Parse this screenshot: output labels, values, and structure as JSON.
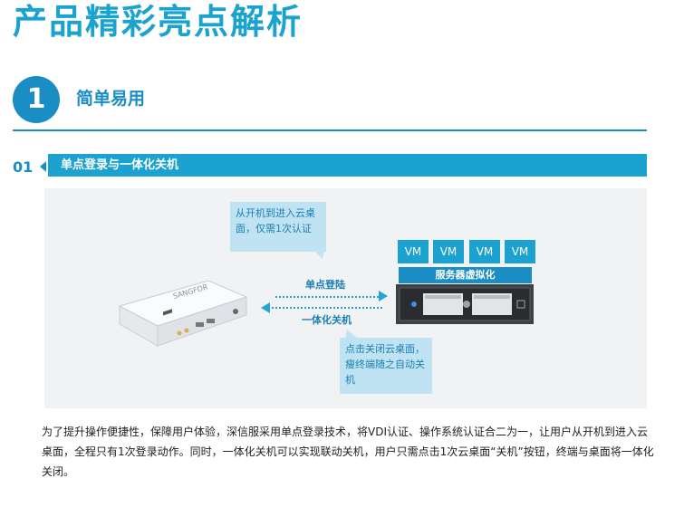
{
  "header": {
    "title": "产品精彩亮点解析"
  },
  "section": {
    "number": "1",
    "title": "简单易用"
  },
  "subsection": {
    "number": "01",
    "title": "单点登录与一体化关机"
  },
  "diagram": {
    "callout_top": "从开机到进入云桌面，仅需1次认证",
    "callout_bottom": "点击关闭云桌面，瘦终端随之自动关机",
    "vm_labels": [
      "VM",
      "VM",
      "VM",
      "VM"
    ],
    "server_label": "服务器虚拟化",
    "flow_login": "单点登陆",
    "flow_shutdown": "一体化关机",
    "device_brand": "SANGFOR"
  },
  "paragraph": "为了提升操作便捷性，保障用户体验，深信服采用单点登录技术，将VDI认证、操作系统认证合二为一，让用户从开机到进入云桌面，全程只有1次登录动作。同时，一体化关机可以实现联动关机，用户只需点击1次云桌面“关机”按钮，终端与桌面将一体化关闭。"
}
